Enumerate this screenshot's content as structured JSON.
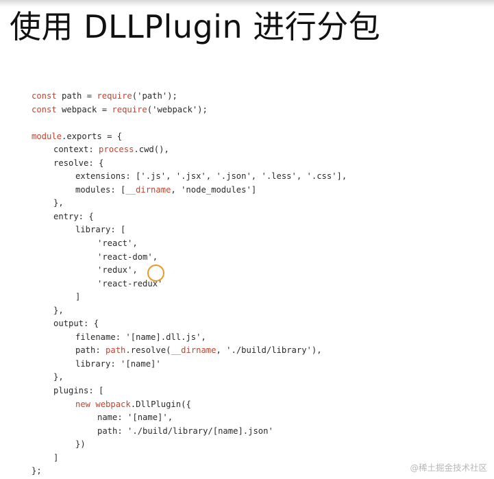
{
  "slide": {
    "title": "使用 DLLPlugin 进行分包"
  },
  "code": {
    "lines": [
      [
        {
          "t": "const",
          "c": "kw"
        },
        {
          "t": " path = "
        },
        {
          "t": "require",
          "c": "kw"
        },
        {
          "t": "('path');"
        }
      ],
      [
        {
          "t": "const",
          "c": "kw"
        },
        {
          "t": " webpack = "
        },
        {
          "t": "require",
          "c": "kw"
        },
        {
          "t": "('webpack');"
        }
      ],
      [],
      [
        {
          "t": "module",
          "c": "kw"
        },
        {
          "t": ".exports = {"
        }
      ],
      [
        {
          "i": 1
        },
        {
          "t": "context: "
        },
        {
          "t": "process",
          "c": "kw"
        },
        {
          "t": ".cwd(),"
        }
      ],
      [
        {
          "i": 1
        },
        {
          "t": "resolve: {"
        }
      ],
      [
        {
          "i": 2
        },
        {
          "t": "extensions: ['.js', '.jsx', '.json', '.less', '.css'],"
        }
      ],
      [
        {
          "i": 2
        },
        {
          "t": "modules: ["
        },
        {
          "t": "__dirname",
          "c": "kw"
        },
        {
          "t": ", 'node_modules']"
        }
      ],
      [
        {
          "i": 1
        },
        {
          "t": "},"
        }
      ],
      [
        {
          "i": 1
        },
        {
          "t": "entry: {"
        }
      ],
      [
        {
          "i": 2
        },
        {
          "t": "library: ["
        }
      ],
      [
        {
          "i": 3
        },
        {
          "t": "'react',"
        }
      ],
      [
        {
          "i": 3
        },
        {
          "t": "'react-dom',"
        }
      ],
      [
        {
          "i": 3
        },
        {
          "t": "'redux',"
        }
      ],
      [
        {
          "i": 3
        },
        {
          "t": "'react-redux'"
        }
      ],
      [
        {
          "i": 2
        },
        {
          "t": "]"
        }
      ],
      [
        {
          "i": 1
        },
        {
          "t": "},"
        }
      ],
      [
        {
          "i": 1
        },
        {
          "t": "output: {"
        }
      ],
      [
        {
          "i": 2
        },
        {
          "t": "filename: '[name].dll.js',"
        }
      ],
      [
        {
          "i": 2
        },
        {
          "t": "path: "
        },
        {
          "t": "path",
          "c": "kw"
        },
        {
          "t": ".resolve("
        },
        {
          "t": "__dirname",
          "c": "kw"
        },
        {
          "t": ", './build/library'),"
        }
      ],
      [
        {
          "i": 2
        },
        {
          "t": "library: '[name]'"
        }
      ],
      [
        {
          "i": 1
        },
        {
          "t": "},"
        }
      ],
      [
        {
          "i": 1
        },
        {
          "t": "plugins: ["
        }
      ],
      [
        {
          "i": 2
        },
        {
          "t": "new ",
          "c": "kw"
        },
        {
          "t": "webpack",
          "c": "kw"
        },
        {
          "t": ".DllPlugin({"
        }
      ],
      [
        {
          "i": 3
        },
        {
          "t": "name: '[name]',"
        }
      ],
      [
        {
          "i": 3
        },
        {
          "t": "path: './build/library/[name].json'"
        }
      ],
      [
        {
          "i": 2
        },
        {
          "t": "})"
        }
      ],
      [
        {
          "i": 1
        },
        {
          "t": "]"
        }
      ],
      [
        {
          "t": "};"
        }
      ]
    ]
  },
  "colors": {
    "keyword": "#c8422b",
    "text": "#2a2a2a",
    "cursor_ring": "#e8982e",
    "watermark": "#b7b7b7"
  },
  "watermark": {
    "text": "@稀土掘金技术社区"
  }
}
